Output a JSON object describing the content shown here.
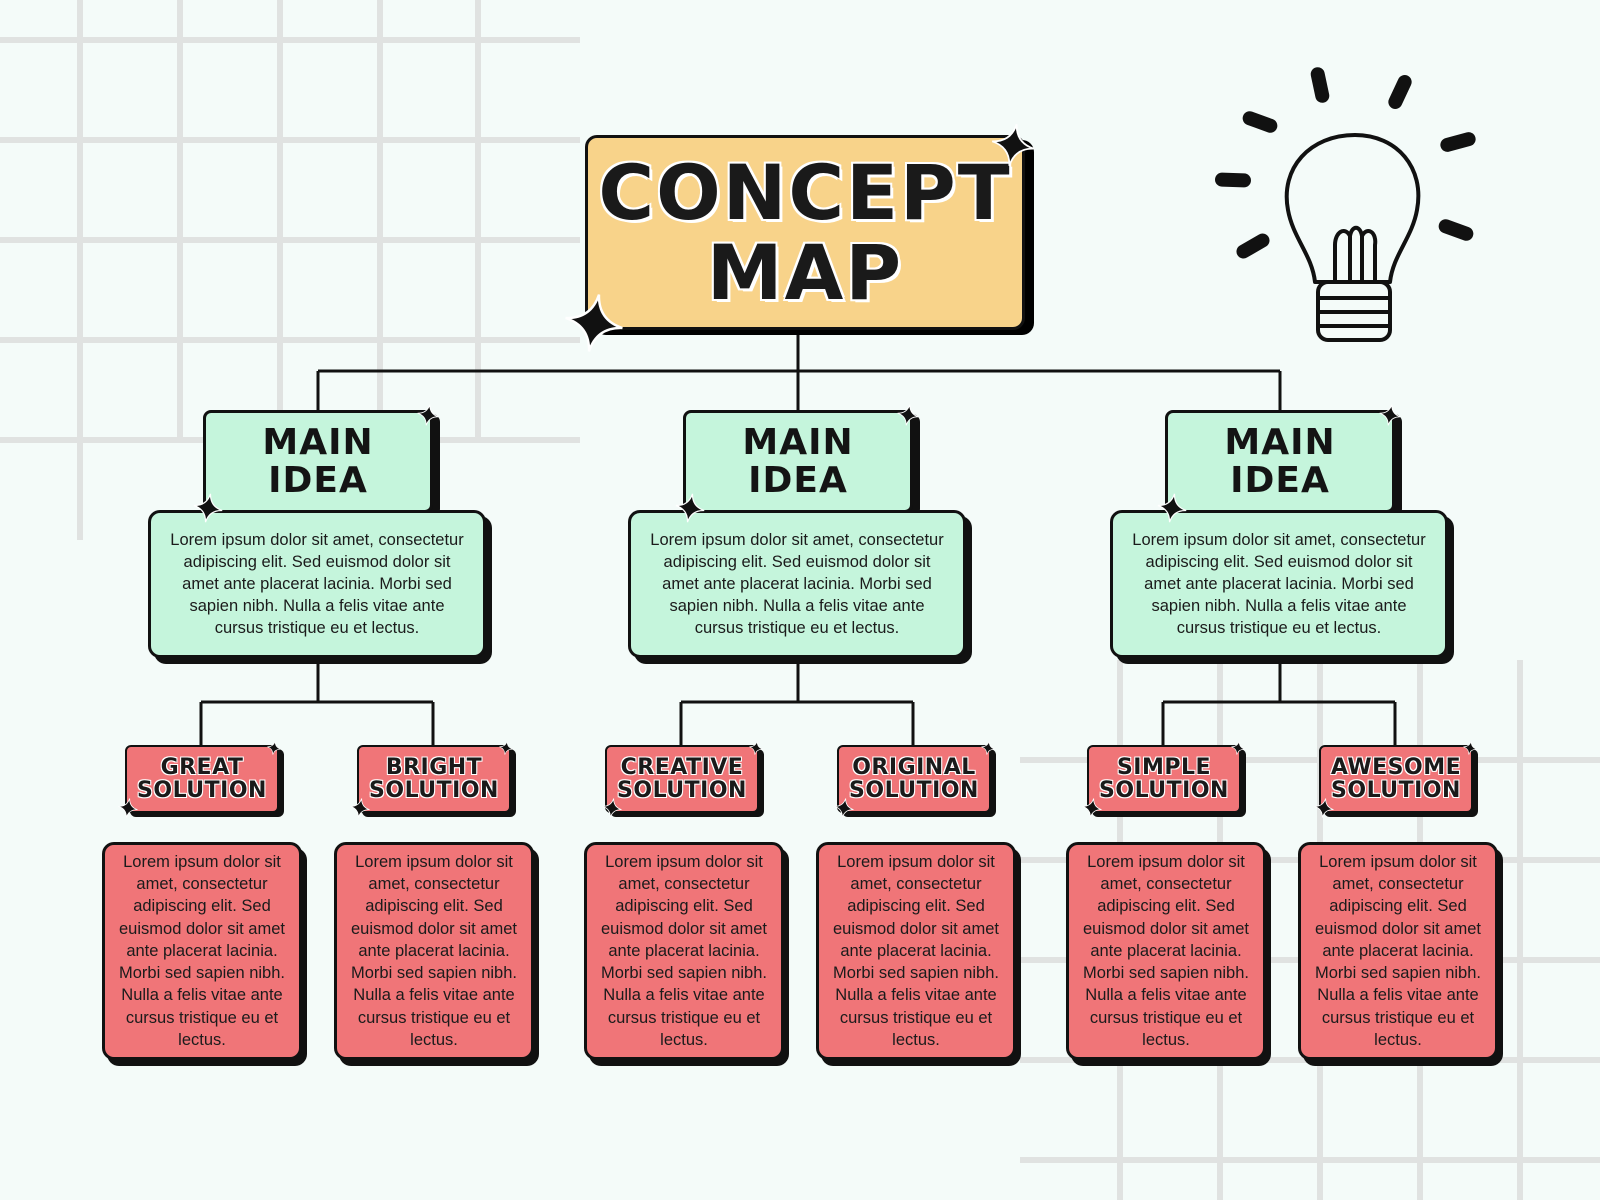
{
  "title": {
    "line1": "CONCEPT",
    "line2": "MAP"
  },
  "colors": {
    "background": "#f4fbf9",
    "title_fill": "#f8d38a",
    "main_fill": "#c5f5dc",
    "solution_fill": "#f07578",
    "outline": "#111111",
    "grid": "#e0e2e1"
  },
  "main_ideas": [
    {
      "label_line1": "MAIN",
      "label_line2": "IDEA",
      "description": "Lorem ipsum dolor sit amet, consectetur adipiscing elit. Sed euismod dolor sit amet ante placerat lacinia. Morbi sed sapien nibh. Nulla a felis vitae ante cursus tristique eu et lectus.",
      "solutions": [
        {
          "label_line1": "GREAT",
          "label_line2": "SOLUTION",
          "description": "Lorem ipsum dolor sit amet, consectetur adipiscing elit. Sed euismod dolor sit amet ante placerat lacinia. Morbi sed sapien nibh. Nulla a felis vitae ante cursus tristique eu et lectus."
        },
        {
          "label_line1": "BRIGHT",
          "label_line2": "SOLUTION",
          "description": "Lorem ipsum dolor sit amet, consectetur adipiscing elit. Sed euismod dolor sit amet ante placerat lacinia. Morbi sed sapien nibh. Nulla a felis vitae ante cursus tristique eu et lectus."
        }
      ]
    },
    {
      "label_line1": "MAIN",
      "label_line2": "IDEA",
      "description": "Lorem ipsum dolor sit amet, consectetur adipiscing elit. Sed euismod dolor sit amet ante placerat lacinia. Morbi sed sapien nibh. Nulla a felis vitae ante cursus tristique eu et lectus.",
      "solutions": [
        {
          "label_line1": "CREATIVE",
          "label_line2": "SOLUTION",
          "description": "Lorem ipsum dolor sit amet, consectetur adipiscing elit. Sed euismod dolor sit amet ante placerat lacinia. Morbi sed sapien nibh. Nulla a felis vitae ante cursus tristique eu et lectus."
        },
        {
          "label_line1": "ORIGINAL",
          "label_line2": "SOLUTION",
          "description": "Lorem ipsum dolor sit amet, consectetur adipiscing elit. Sed euismod dolor sit amet ante placerat lacinia. Morbi sed sapien nibh. Nulla a felis vitae ante cursus tristique eu et lectus."
        }
      ]
    },
    {
      "label_line1": "MAIN",
      "label_line2": "IDEA",
      "description": "Lorem ipsum dolor sit amet, consectetur adipiscing elit. Sed euismod dolor sit amet ante placerat lacinia. Morbi sed sapien nibh. Nulla a felis vitae ante cursus tristique eu et lectus.",
      "solutions": [
        {
          "label_line1": "SIMPLE",
          "label_line2": "SOLUTION",
          "description": "Lorem ipsum dolor sit amet, consectetur adipiscing elit. Sed euismod dolor sit amet ante placerat lacinia. Morbi sed sapien nibh. Nulla a felis vitae ante cursus tristique eu et lectus."
        },
        {
          "label_line1": "AWESOME",
          "label_line2": "SOLUTION",
          "description": "Lorem ipsum dolor sit amet, consectetur adipiscing elit. Sed euismod dolor sit amet ante placerat lacinia. Morbi sed sapien nibh. Nulla a felis vitae ante cursus tristique eu et lectus."
        }
      ]
    }
  ],
  "decorations": {
    "lightbulb_icon": "lightbulb-icon",
    "sparkle_icon": "sparkle-icon"
  }
}
